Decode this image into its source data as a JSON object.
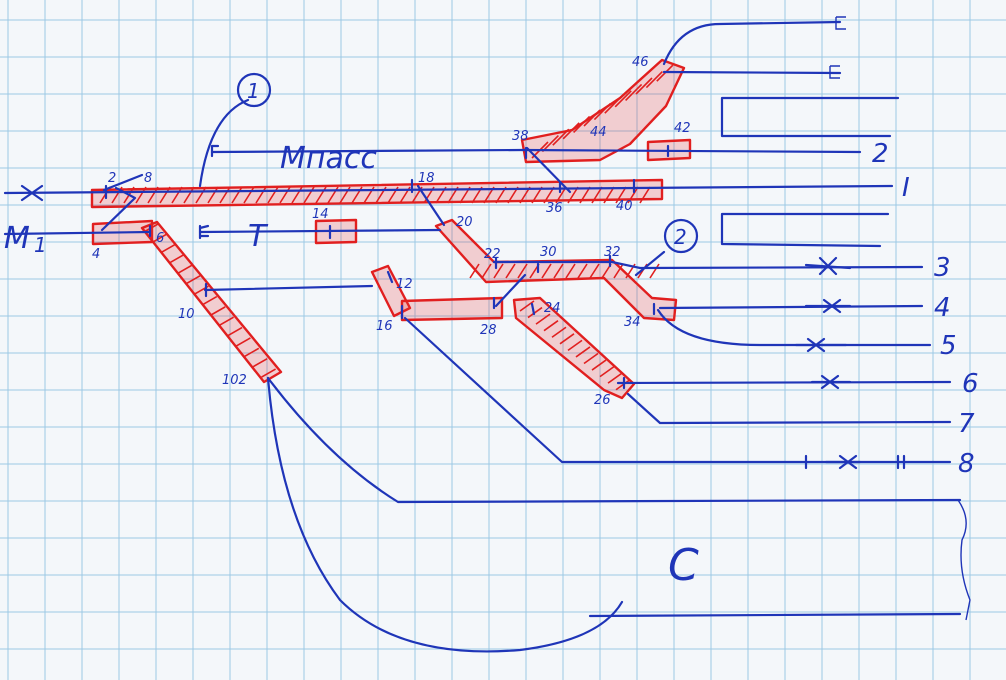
{
  "diagram": {
    "circle_labels": [
      "1",
      "2"
    ],
    "track_labels": [
      "2",
      "I",
      "3",
      "4",
      "5",
      "6",
      "7",
      "8"
    ],
    "station_labels": [
      "M",
      "1",
      "Mпасс",
      "T",
      "C"
    ],
    "switch_labels": [
      "2",
      "8",
      "4",
      "6",
      "10",
      "102",
      "14",
      "12",
      "16",
      "18",
      "20",
      "22",
      "28",
      "24",
      "26",
      "30",
      "32",
      "34",
      "36",
      "38",
      "40",
      "42",
      "44",
      "46"
    ]
  },
  "colors": {
    "ink": "#1f35b8",
    "route": "#e11f1f",
    "grid": "#9cc8e4",
    "paper": "#f4f7fa"
  }
}
